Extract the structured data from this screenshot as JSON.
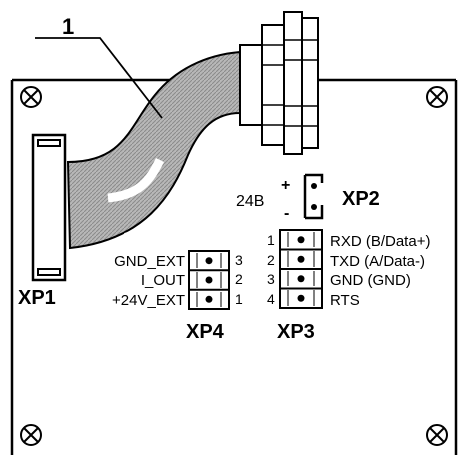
{
  "callout": {
    "number": "1"
  },
  "connectors": {
    "xp1": {
      "label": "XP1"
    },
    "xp2": {
      "label": "XP2",
      "voltage": "24B",
      "plus": "+",
      "minus": "-"
    },
    "xp3": {
      "label": "XP3",
      "pins": [
        {
          "num": "1",
          "signal": "RXD (B/Data+)"
        },
        {
          "num": "2",
          "signal": "TXD (A/Data-)"
        },
        {
          "num": "3",
          "signal": "GND (GND)"
        },
        {
          "num": "4",
          "signal": "RTS"
        }
      ]
    },
    "xp4": {
      "label": "XP4",
      "pins": [
        {
          "num": "3",
          "signal": "GND_EXT"
        },
        {
          "num": "2",
          "signal": "I_OUT"
        },
        {
          "num": "1",
          "signal": "+24V_EXT"
        }
      ]
    }
  },
  "icons": {
    "mounting_screw": "crossed-circle-screw-icon",
    "cable": "ribbon-cable-icon"
  }
}
